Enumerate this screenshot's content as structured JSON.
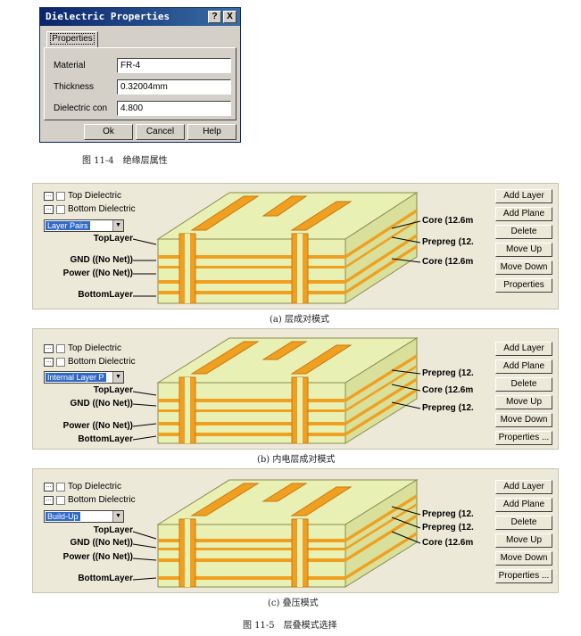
{
  "dialog": {
    "title": "Dielectric Properties",
    "help_label": "?",
    "close_label": "X",
    "tab_label": "Properties",
    "fields": [
      {
        "label": "Material",
        "value": "FR-4"
      },
      {
        "label": "Thickness",
        "value": "0.32004mm"
      },
      {
        "label": "Dielectric con",
        "value": "4.800"
      }
    ],
    "ok_label": "Ok",
    "cancel_label": "Cancel",
    "help_btn_label": "Help",
    "caption": "图 11-4　绝缘层属性"
  },
  "common": {
    "top_dielectric": "Top Dielectric",
    "bottom_dielectric": "Bottom Dielectric",
    "buttons": [
      "Add Layer",
      "Add Plane",
      "Delete",
      "Move Up",
      "Move Down",
      "Properties"
    ],
    "buttons_c": [
      "Add Layer",
      "Add Plane",
      "Delete",
      "Move Up",
      "Move Down",
      "Properties ..."
    ]
  },
  "panel_a": {
    "mode": "Layer Pairs",
    "layers": [
      "TopLayer",
      "GND ((No Net))",
      "Power ((No Net))",
      "BottomLayer"
    ],
    "right_labels": [
      "Core (12.6m",
      "Prepreg (12.",
      "Core (12.6m"
    ],
    "caption": "(a) 层成对模式"
  },
  "panel_b": {
    "mode": "Internal Layer P",
    "layers": [
      "TopLayer",
      "GND ((No Net))",
      "Power ((No Net))",
      "BottomLayer"
    ],
    "right_labels": [
      "Prepreg (12.",
      "Core (12.6m",
      "Prepreg (12."
    ],
    "caption": "(b) 内电层成对模式"
  },
  "panel_c": {
    "mode": "Build-Up",
    "layers": [
      "TopLayer",
      "GND ((No Net))",
      "Power ((No Net))",
      "BottomLayer"
    ],
    "right_labels": [
      "Prepreg (12.",
      "Prepreg (12.",
      "Core (12.6m"
    ],
    "caption": "(c) 叠压模式"
  },
  "figure_caption": "图 11-5　层叠模式选择",
  "colors": {
    "board_fill": "#e9f0b4",
    "board_side": "#d8e09c",
    "copper": "#f0a020",
    "copper_dark": "#c87810",
    "panel_bg": "#ece9d8",
    "title_blue": "#0a246a"
  }
}
